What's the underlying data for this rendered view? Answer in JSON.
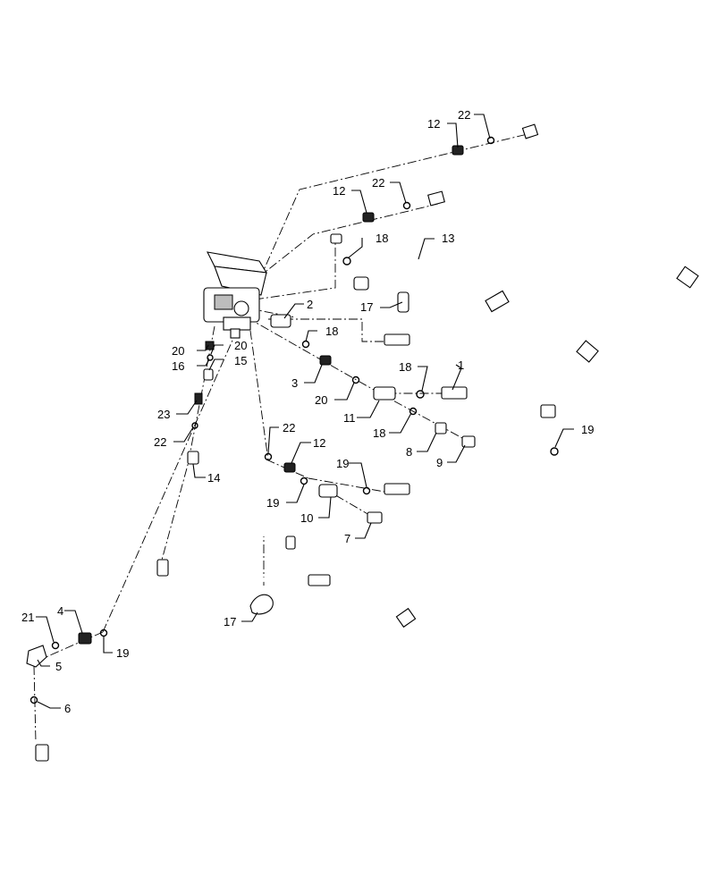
{
  "callouts": [
    {
      "id": "c12a",
      "label": "12"
    },
    {
      "id": "c22a",
      "label": "22"
    },
    {
      "id": "c12b",
      "label": "12"
    },
    {
      "id": "c22b",
      "label": "22"
    },
    {
      "id": "c18a",
      "label": "18"
    },
    {
      "id": "c13",
      "label": "13"
    },
    {
      "id": "c17a",
      "label": "17"
    },
    {
      "id": "c2",
      "label": "2"
    },
    {
      "id": "c18b",
      "label": "18"
    },
    {
      "id": "c20a",
      "label": "20"
    },
    {
      "id": "c20b",
      "label": "20"
    },
    {
      "id": "c16",
      "label": "16"
    },
    {
      "id": "c15",
      "label": "15"
    },
    {
      "id": "c3",
      "label": "3"
    },
    {
      "id": "c1",
      "label": "1"
    },
    {
      "id": "c18c",
      "label": "18"
    },
    {
      "id": "c20c",
      "label": "20"
    },
    {
      "id": "c11",
      "label": "11"
    },
    {
      "id": "c18d",
      "label": "18"
    },
    {
      "id": "c23",
      "label": "23"
    },
    {
      "id": "c8",
      "label": "8"
    },
    {
      "id": "c9",
      "label": "9"
    },
    {
      "id": "c19a",
      "label": "19"
    },
    {
      "id": "c22c",
      "label": "22"
    },
    {
      "id": "c22d",
      "label": "22"
    },
    {
      "id": "c12c",
      "label": "12"
    },
    {
      "id": "c14",
      "label": "14"
    },
    {
      "id": "c19b",
      "label": "19"
    },
    {
      "id": "c19c",
      "label": "19"
    },
    {
      "id": "c10",
      "label": "10"
    },
    {
      "id": "c7",
      "label": "7"
    },
    {
      "id": "c17b",
      "label": "17"
    },
    {
      "id": "c21",
      "label": "21"
    },
    {
      "id": "c4",
      "label": "4"
    },
    {
      "id": "c5",
      "label": "5"
    },
    {
      "id": "c19d",
      "label": "19"
    },
    {
      "id": "c6",
      "label": "6"
    }
  ]
}
